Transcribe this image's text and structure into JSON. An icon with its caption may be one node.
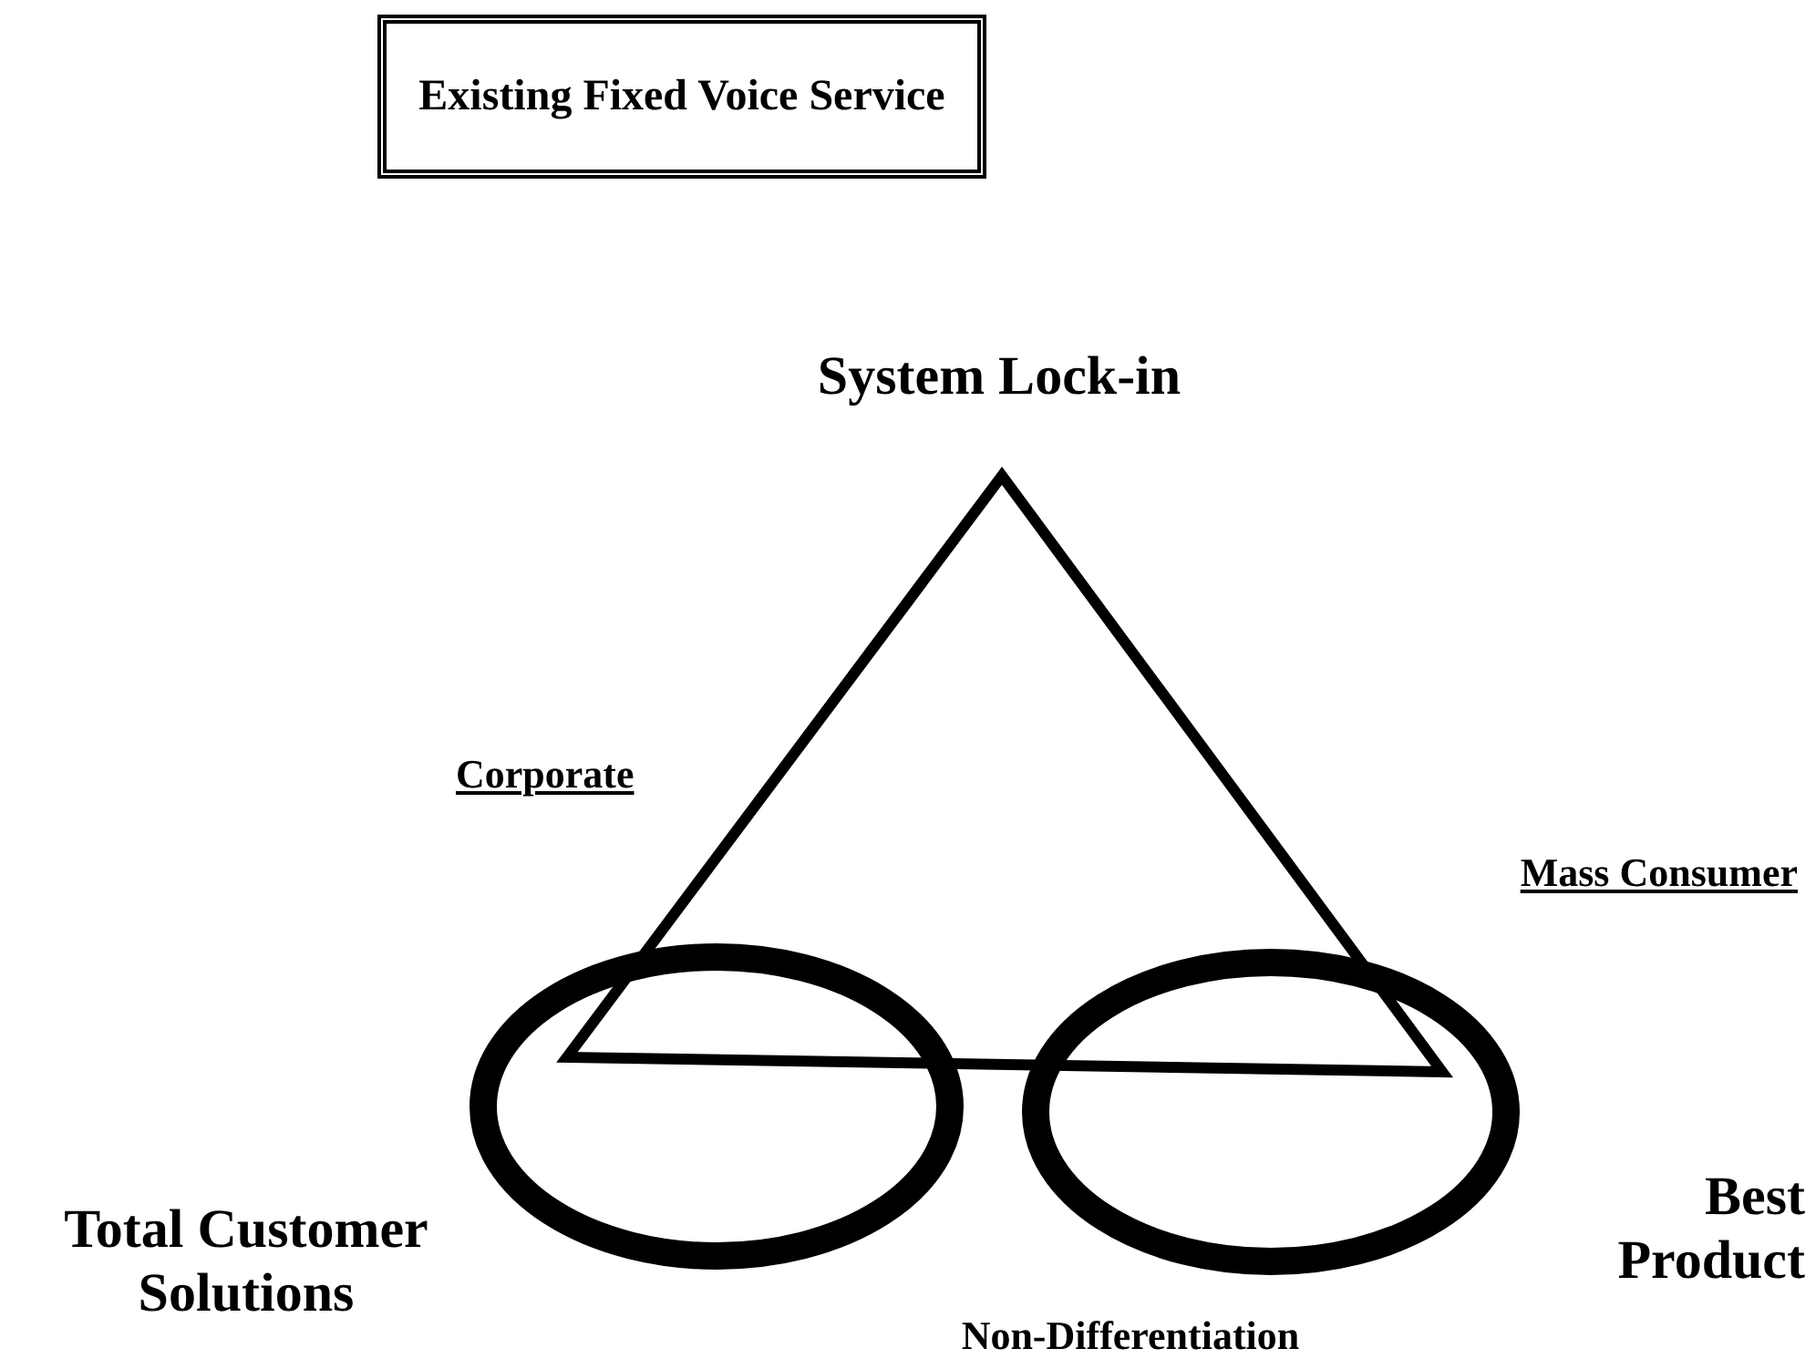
{
  "diagram": {
    "nodes": [
      {
        "text": [
          "Existing Fixed Voice Service"
        ]
      },
      {
        "text": [],
        "shape": "triangle"
      },
      {
        "text": [],
        "shape": "ellipse"
      },
      {
        "text": [],
        "shape": "ellipse"
      }
    ],
    "labels": [
      "System Lock-in",
      "Corporate",
      "Mass Consumer",
      "Total Customer Solutions",
      "Best Product",
      "Non-Differentiation"
    ]
  }
}
